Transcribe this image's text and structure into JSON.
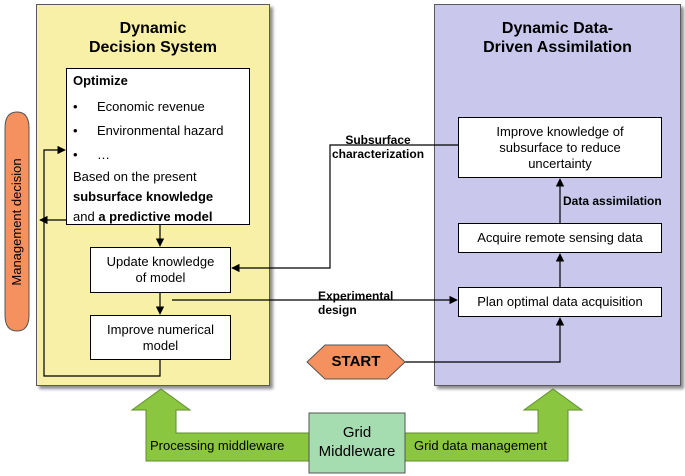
{
  "left_panel": {
    "title": "Dynamic\nDecision System"
  },
  "right_panel": {
    "title": "Dynamic Data-\nDriven Assimilation"
  },
  "optimize": {
    "heading": "Optimize",
    "bullets": [
      "Economic revenue",
      "Environmental hazard",
      "…"
    ],
    "basis_line1": "Based on the present",
    "basis_bold1": "subsurface knowledge",
    "basis_and": "and ",
    "basis_bold2": "a predictive model"
  },
  "boxes": {
    "update_model": "Update knowledge\nof model",
    "improve_model": "Improve numerical\nmodel",
    "improve_subsurface": "Improve knowledge of\nsubsurface to reduce\nuncertainty",
    "acquire_data": "Acquire remote sensing data",
    "plan_acquisition": "Plan optimal data acquisition"
  },
  "labels": {
    "subsurface": "Subsurface\ncharacterization",
    "data_assimilation": "Data assimilation",
    "experimental": "Experimental\ndesign",
    "management": "Management decision"
  },
  "start": "START",
  "grid": {
    "middleware": "Grid\nMiddleware",
    "processing": "Processing middleware",
    "data_management": "Grid data management"
  },
  "colors": {
    "left_panel": "#f7f0a6",
    "right_panel": "#c9c8ec",
    "start_fill": "#f4915e",
    "management_fill": "#f4915e",
    "green_arrow": "#8ac640",
    "grid_box": "#a6ddb0"
  }
}
